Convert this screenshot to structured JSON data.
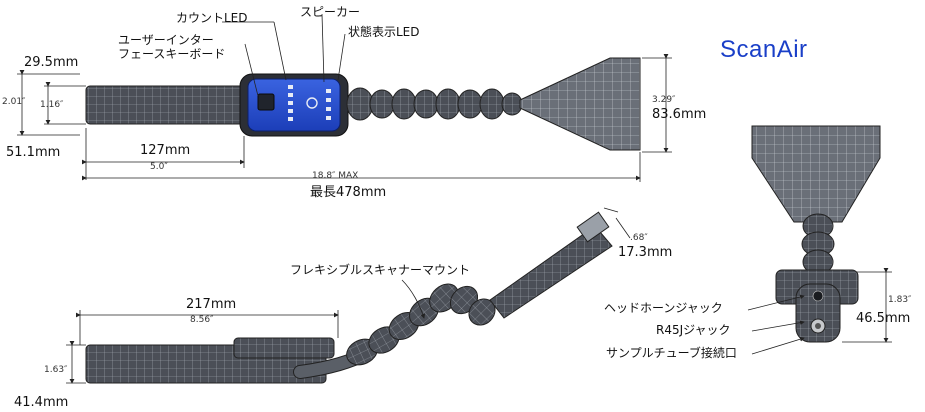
{
  "brand": "ScanAir",
  "top_view": {
    "callouts": {
      "count_led": "カウントLED",
      "speaker": "スピーカー",
      "status_led": "状態表示LED",
      "user_interface_line1": "ユーザーインター",
      "user_interface_line2": "フェースキーボード"
    },
    "dims": {
      "width_mm": "29.5mm",
      "height_in": "2.01″",
      "inner_in": "1.16″",
      "height_mm": "51.1mm",
      "length_mm": "127mm",
      "length_in": "5.0″",
      "head_in": "3.29″",
      "head_mm": "83.6mm",
      "max_in": "18.8″ MAX",
      "max_mm": "最長478mm"
    }
  },
  "side_view": {
    "callouts": {
      "flex_mount": "フレキシブルスキャナーマウント"
    },
    "dims": {
      "length_mm": "217mm",
      "length_in": "8.56″",
      "height_in": "1.63″",
      "height_mm": "41.4mm",
      "tip_in": ".68″",
      "tip_mm": "17.3mm"
    }
  },
  "end_view": {
    "callouts": {
      "headphone_jack": "ヘッドホーンジャック",
      "rj45_jack": "R45Jジャック",
      "sample_tube": "サンプルチューブ接続口"
    },
    "dims": {
      "height_in": "1.83″",
      "height_mm": "46.5mm"
    }
  }
}
